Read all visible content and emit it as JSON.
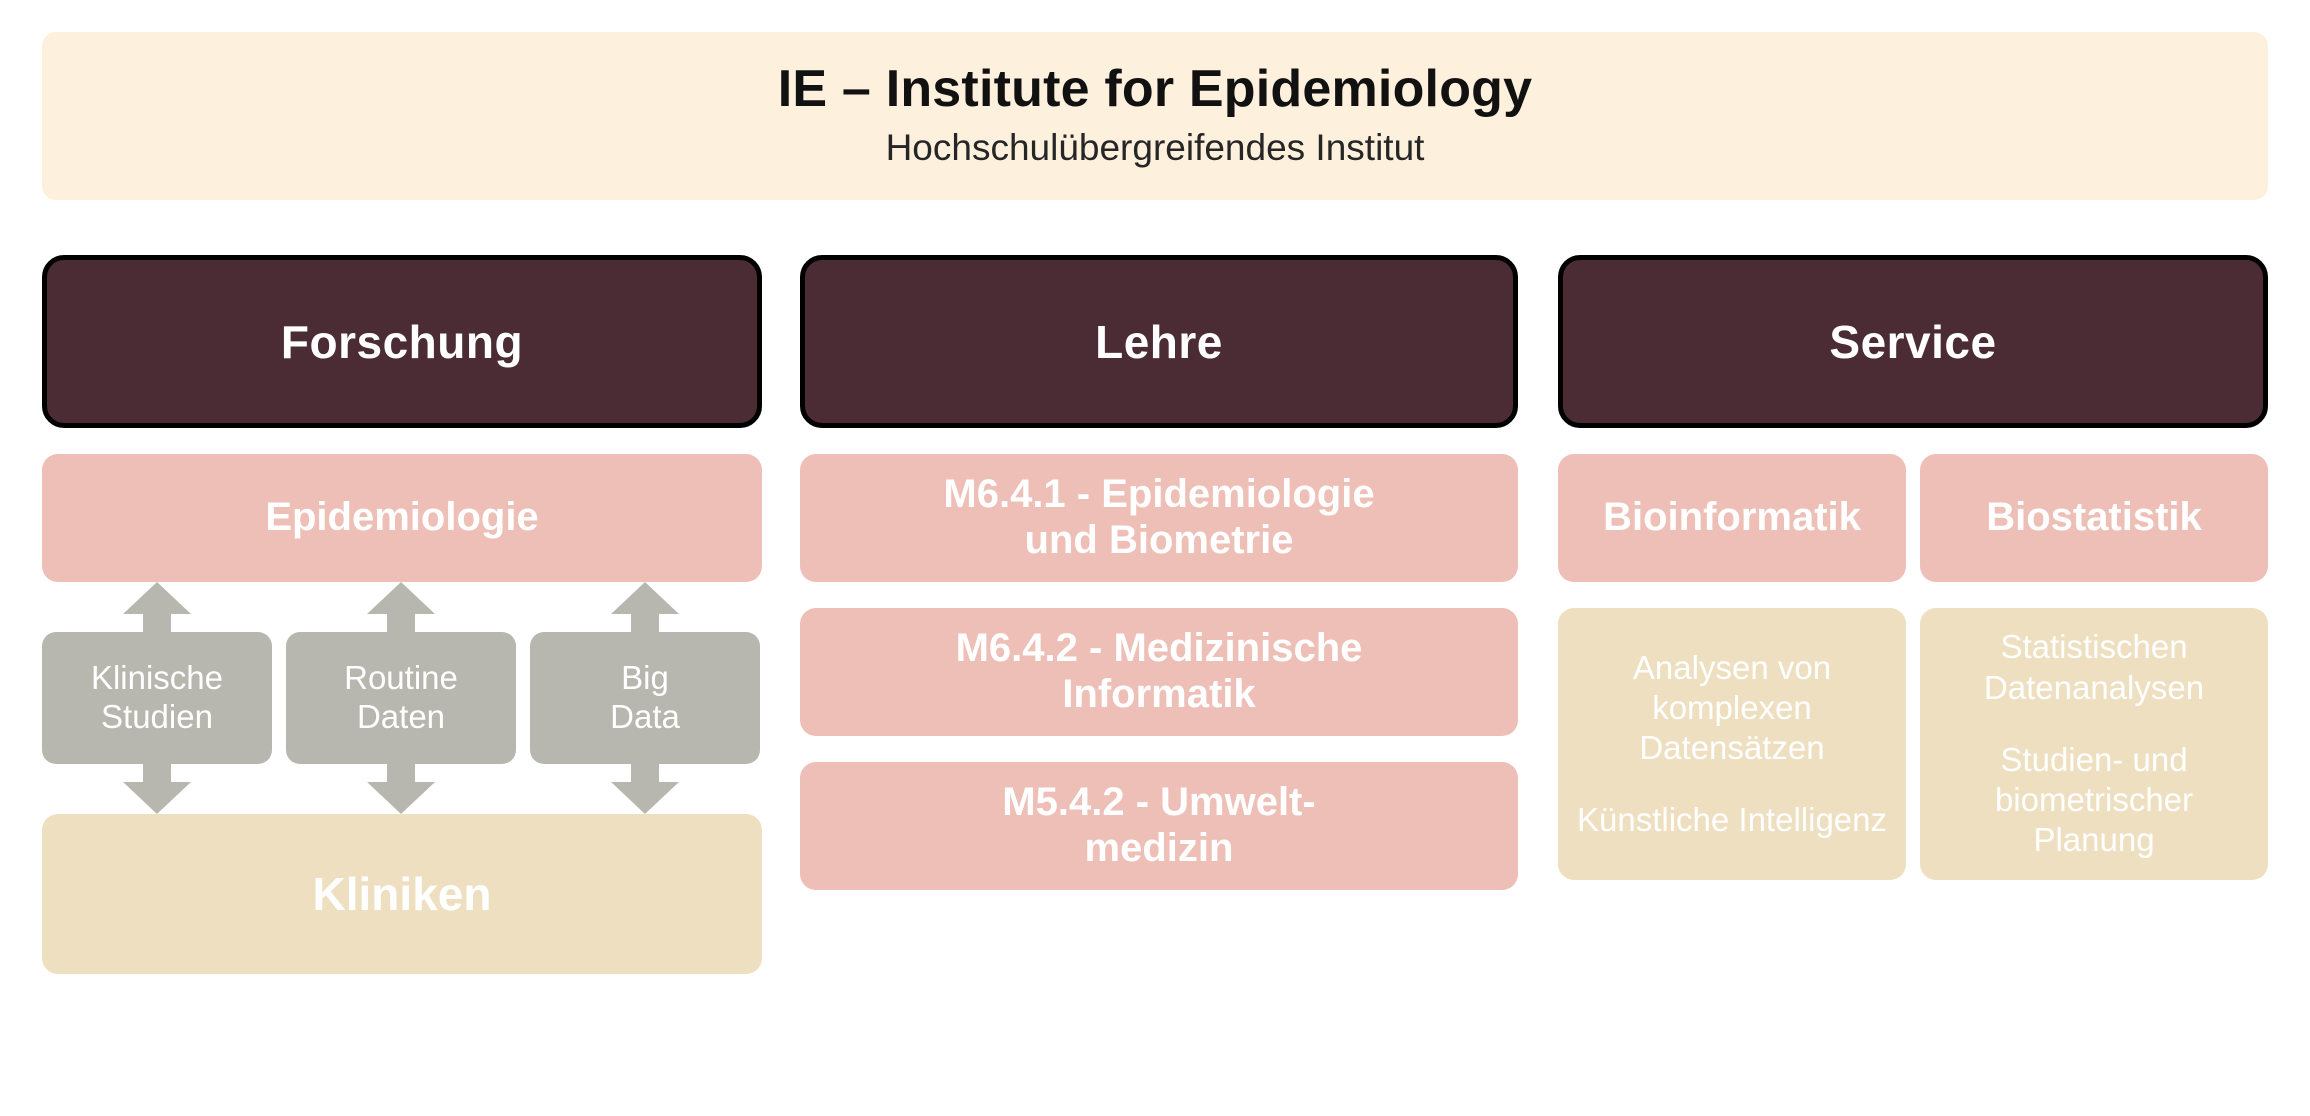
{
  "banner": {
    "title": "IE – Institute for Epidemiology",
    "subtitle": "Hochschulübergreifendes Institut"
  },
  "colors": {
    "banner_bg": "#FDF0DC",
    "section_header_bg": "#4B2B34",
    "section_header_border": "#000000",
    "card_pink": "#EEBFB6",
    "card_beige": "#EEDFC0",
    "card_gray": "#B7B7AF",
    "arrow": "#B7B7AF",
    "page_bg": "#FFFFFF",
    "text_on_card": "#FFFFFF",
    "title_text": "#111111"
  },
  "columns": {
    "forschung": {
      "header": "Forschung",
      "primary_card": "Epidemiologie",
      "sources": [
        {
          "line1": "Klinische",
          "line2": "Studien"
        },
        {
          "line1": "Routine",
          "line2": "Daten"
        },
        {
          "line1": "Big",
          "line2": "Data"
        }
      ],
      "bottom_card": "Kliniken",
      "arrow_up_icon": "arrow-up-icon",
      "arrow_down_icon": "arrow-down-icon"
    },
    "lehre": {
      "header": "Lehre",
      "modules": [
        {
          "line1": "M6.4.1 - Epidemiologie",
          "line2": "und Biometrie"
        },
        {
          "line1": "M6.4.2 - Medizinische",
          "line2": "Informatik"
        },
        {
          "line1": "M5.4.2 - Umwelt-",
          "line2": "medizin"
        }
      ]
    },
    "service": {
      "header": "Service",
      "areas": [
        {
          "title": "Bioinformatik",
          "topics": [
            "Analysen von komplexen Datensätzen",
            "Künstliche Intelligenz"
          ]
        },
        {
          "title": "Biostatistik",
          "topics": [
            "Statistischen Datenanalysen",
            "Studien- und biometrischer Planung"
          ]
        }
      ]
    }
  }
}
